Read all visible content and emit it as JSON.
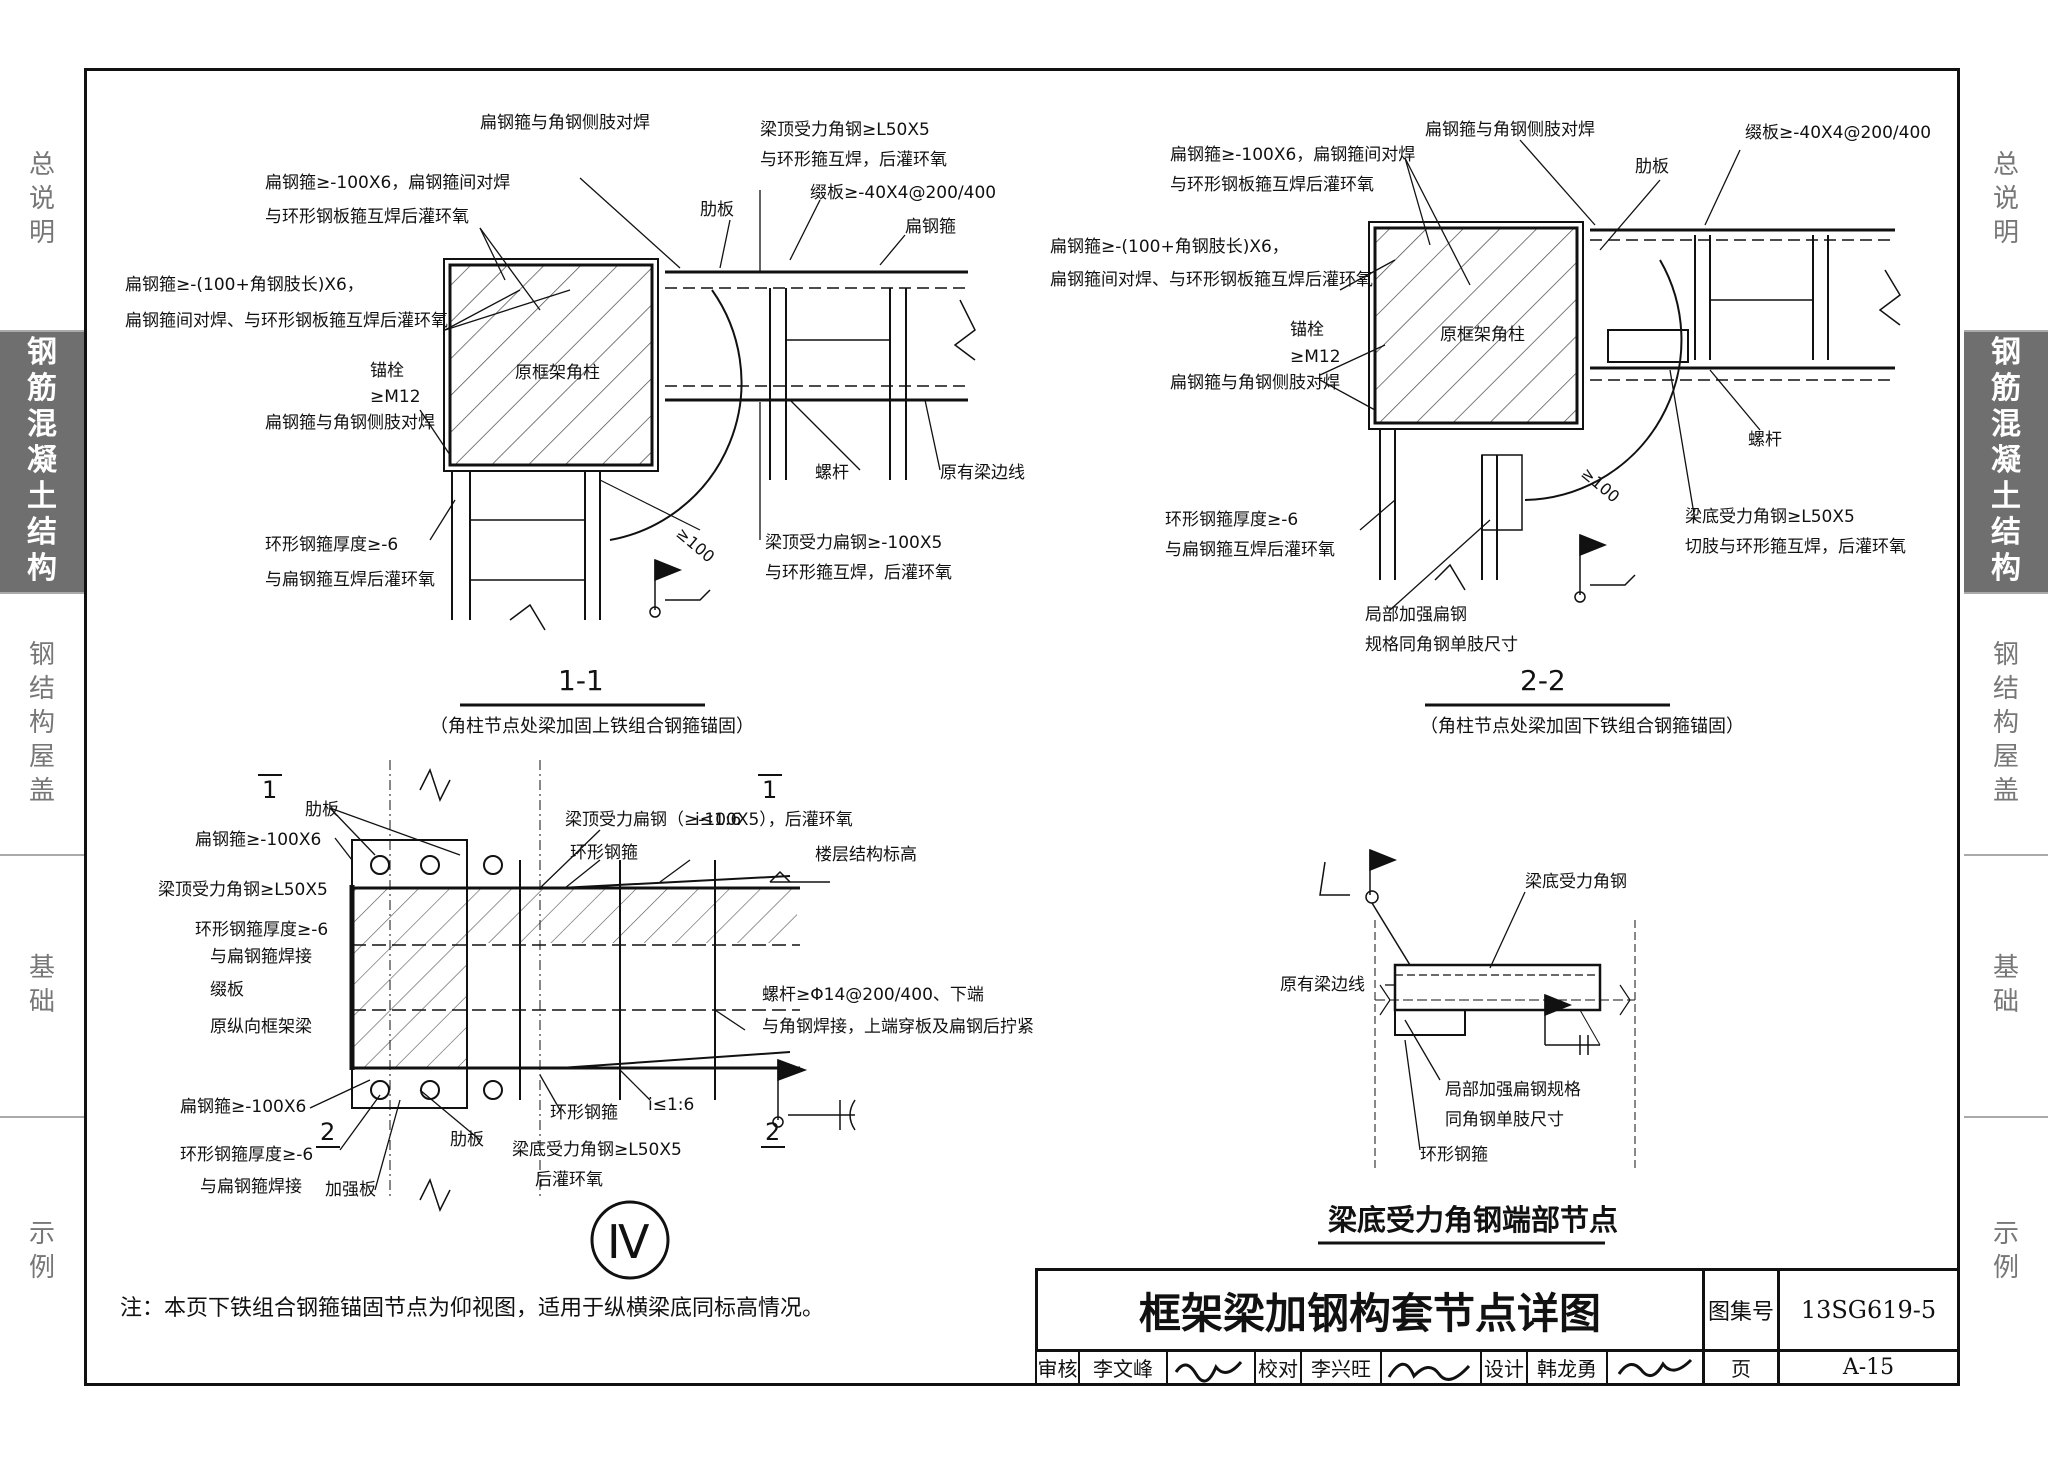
{
  "sidebar": {
    "left": [
      {
        "label": "总说明",
        "chars": [
          "总",
          "说",
          "明"
        ],
        "active": false
      },
      {
        "label": "钢筋混凝土结构",
        "chars": [
          "钢",
          "筋",
          "混",
          "凝",
          "土",
          "结",
          "构"
        ],
        "active": true
      },
      {
        "label": "钢结构屋盖",
        "chars": [
          "钢",
          "结",
          "构",
          "屋",
          "盖"
        ],
        "active": false
      },
      {
        "label": "基础",
        "chars": [
          "基",
          "础"
        ],
        "active": false
      },
      {
        "label": "示例",
        "chars": [
          "示",
          "例"
        ],
        "active": false
      }
    ],
    "right": [
      {
        "label": "总说明",
        "chars": [
          "总",
          "说",
          "明"
        ],
        "active": false
      },
      {
        "label": "钢筋混凝土结构",
        "chars": [
          "钢",
          "筋",
          "混",
          "凝",
          "土",
          "结",
          "构"
        ],
        "active": true
      },
      {
        "label": "钢结构屋盖",
        "chars": [
          "钢",
          "结",
          "构",
          "屋",
          "盖"
        ],
        "active": false
      },
      {
        "label": "基础",
        "chars": [
          "基",
          "础"
        ],
        "active": false
      },
      {
        "label": "示例",
        "chars": [
          "示",
          "例"
        ],
        "active": false
      }
    ]
  },
  "section11": {
    "labels": [
      "扁钢箍与角钢侧肢对焊",
      "扁钢箍≥-100X6，扁钢箍间对焊",
      "与环形钢板箍互焊后灌环氧",
      "扁钢箍≥-(100+角钢肢长)X6，",
      "扁钢箍间对焊、与环形钢板箍互焊后灌环氧",
      "锚栓",
      "≥M12",
      "扁钢箍与角钢侧肢对焊",
      "环形钢箍厚度≥-6",
      "与扁钢箍互焊后灌环氧",
      "梁顶受力角钢≥L50X5",
      "与环形箍互焊，后灌环氧",
      "肋板",
      "缀板≥-40X4@200/400",
      "扁钢箍",
      "原框架角柱",
      "螺杆",
      "原有梁边线",
      "梁顶受力扁钢≥-100X5",
      "与环形箍互焊，后灌环氧",
      "≥100"
    ],
    "title": "1-1",
    "subtitle": "（角柱节点处梁加固上铁组合钢箍锚固）"
  },
  "section22": {
    "labels": [
      "扁钢箍≥-100X6，扁钢箍间对焊",
      "与环形钢板箍互焊后灌环氧",
      "扁钢箍与角钢侧肢对焊",
      "肋板",
      "缀板≥-40X4@200/400",
      "扁钢箍≥-(100+角钢肢长)X6，",
      "扁钢箍间对焊、与环形钢板箍互焊后灌环氧",
      "锚栓",
      "≥M12",
      "原框架角柱",
      "扁钢箍与角钢侧肢对焊",
      "螺杆",
      "环形钢箍厚度≥-6",
      "与扁钢箍互焊后灌环氧",
      "梁底受力角钢≥L50X5",
      "切肢与环形箍互焊，后灌环氧",
      "局部加强扁钢",
      "规格同角钢单肢尺寸",
      "≥100"
    ],
    "title": "2-2",
    "subtitle": "（角柱节点处梁加固下铁组合钢箍锚固）"
  },
  "detail4": {
    "labels": [
      "肋板",
      "扁钢箍≥-100X6",
      "梁顶受力角钢≥L50X5",
      "环形钢箍厚度≥-6",
      "与扁钢箍焊接",
      "缀板",
      "原纵向框架梁",
      "梁顶受力扁钢（≥-100X5），后灌环氧",
      "环形钢箍",
      "i≤1:6",
      "楼层结构标高",
      "螺杆≥Φ14@200/400、下端",
      "与角钢焊接，上端穿板及扁钢后拧紧",
      "扁钢箍≥-100X6",
      "环形钢箍厚度≥-6",
      "与扁钢箍焊接",
      "肋板",
      "加强板",
      "环形钢箍",
      "i≤1:6",
      "梁底受力角钢≥L50X5",
      "后灌环氧"
    ],
    "marks": [
      "1",
      "1",
      "2",
      "2"
    ],
    "symbol": "Ⅳ"
  },
  "endnode": {
    "labels": [
      "梁底受力角钢",
      "原有梁边线",
      "局部加强扁钢规格",
      "同角钢单肢尺寸",
      "环形钢箍"
    ],
    "title": "梁底受力角钢端部节点"
  },
  "note": "注：本页下铁组合钢箍锚固节点为仰视图，适用于纵横梁底同标高情况。",
  "title_block": {
    "title": "框架梁加钢构套节点详图",
    "atlas_label": "图集号",
    "atlas_no": "13SG619-5",
    "page_label": "页",
    "page_no": "A-15",
    "review_label": "审核",
    "reviewer": "李文峰",
    "check_label": "校对",
    "checker": "李兴旺",
    "design_label": "设计",
    "designer": "韩龙勇"
  }
}
